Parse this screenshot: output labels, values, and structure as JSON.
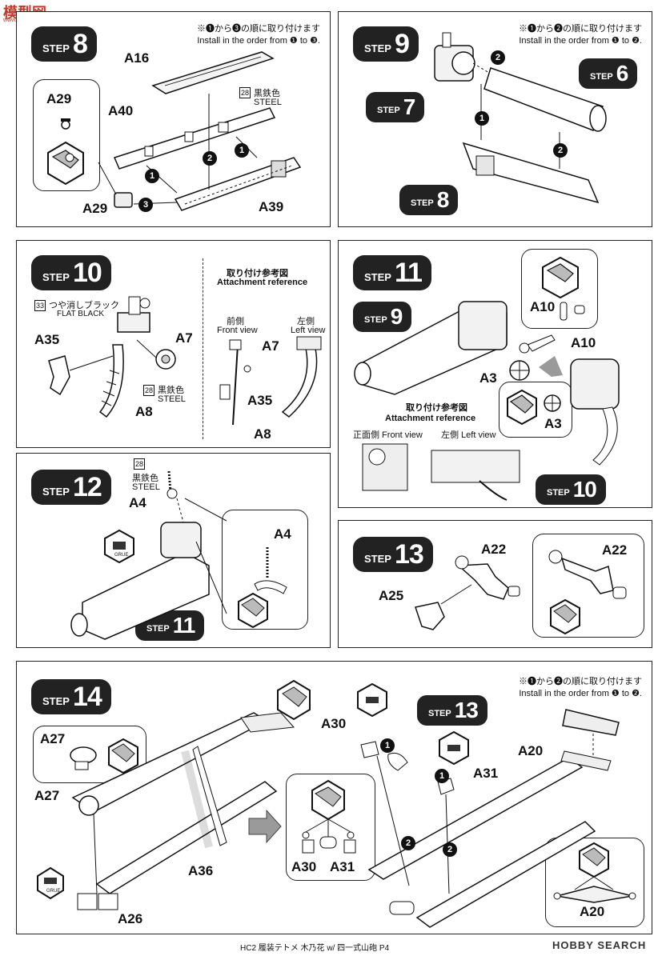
{
  "watermark": {
    "site": "模型网",
    "url": "www.moxing.net"
  },
  "footer": {
    "text": "HC2  履装テトメ  木乃花 w/ 四一式山砲  P4",
    "logo": "HOBBY SEARCH"
  },
  "steps": {
    "s8": {
      "word": "STEP",
      "num": "8",
      "note_jp": "※❶から❸の順に取り付けます",
      "note_en": "Install in the order from ❶ to ❸.",
      "labels": {
        "a16": "A16",
        "a40": "A40",
        "a29_top": "A29",
        "a29_bot": "A29",
        "a39": "A39"
      },
      "paint": {
        "num": "28",
        "jp": "黒鉄色",
        "en": "STEEL"
      },
      "marks": [
        "1",
        "2",
        "1",
        "3"
      ]
    },
    "s9": {
      "word": "STEP",
      "num": "9",
      "note_jp": "※❶から❷の順に取り付けます",
      "note_en": "Install in the order from ❶ to ❷.",
      "ref7": {
        "word": "STEP",
        "num": "7"
      },
      "ref6": {
        "word": "STEP",
        "num": "6"
      },
      "ref8": {
        "word": "STEP",
        "num": "8"
      },
      "marks": [
        "2",
        "1",
        "2"
      ]
    },
    "s10": {
      "word": "STEP",
      "num": "10",
      "paint_black": {
        "num": "33",
        "jp": "つや消しブラック",
        "en": "FLAT BLACK"
      },
      "paint_steel": {
        "num": "28",
        "jp": "黒鉄色",
        "en": "STEEL"
      },
      "labels": {
        "a35": "A35",
        "a7": "A7",
        "a8": "A8",
        "ref_a7": "A7",
        "ref_a35": "A35",
        "ref_a8": "A8"
      },
      "ref_jp": "取り付け参考図",
      "ref_en": "Attachment reference",
      "front_jp": "前側",
      "front_en": "Front view",
      "left_jp": "左側",
      "left_en": "Left view"
    },
    "s11": {
      "word": "STEP",
      "num": "11",
      "ref9": {
        "word": "STEP",
        "num": "9"
      },
      "ref10": {
        "word": "STEP",
        "num": "10"
      },
      "labels": {
        "a10_top": "A10",
        "a10": "A10",
        "a3": "A3",
        "a3_detail": "A3"
      },
      "ref_jp": "取り付け参考図",
      "ref_en": "Attachment reference",
      "front": "正面側 Front view",
      "left": "左側 Left view"
    },
    "s12": {
      "word": "STEP",
      "num": "12",
      "paint": {
        "num": "28",
        "jp": "黒鉄色",
        "en": "STEEL"
      },
      "labels": {
        "a4": "A4",
        "a4_detail": "A4"
      },
      "ref11": {
        "word": "STEP",
        "num": "11"
      },
      "glue": "GRUE"
    },
    "s13": {
      "word": "STEP",
      "num": "13",
      "labels": {
        "a22": "A22",
        "a22_detail": "A22",
        "a25": "A25"
      }
    },
    "s14": {
      "word": "STEP",
      "num": "14",
      "note_jp": "※❶から❷の順に取り付けます",
      "note_en": "Install in the order from ❶ to ❷.",
      "ref13": {
        "word": "STEP",
        "num": "13"
      },
      "labels": {
        "a27_detail": "A27",
        "a27": "A27",
        "a36": "A36",
        "a26": "A26",
        "a30": "A30",
        "a31": "A31",
        "a30_d": "A30",
        "a31_d": "A31",
        "a20": "A20",
        "a20_d": "A20"
      },
      "marks": [
        "1",
        "1",
        "2",
        "2"
      ],
      "glue": "GRUE"
    }
  },
  "colors": {
    "ink": "#111111",
    "badge": "#222222",
    "accent_arrow": "#9a9a9a"
  }
}
